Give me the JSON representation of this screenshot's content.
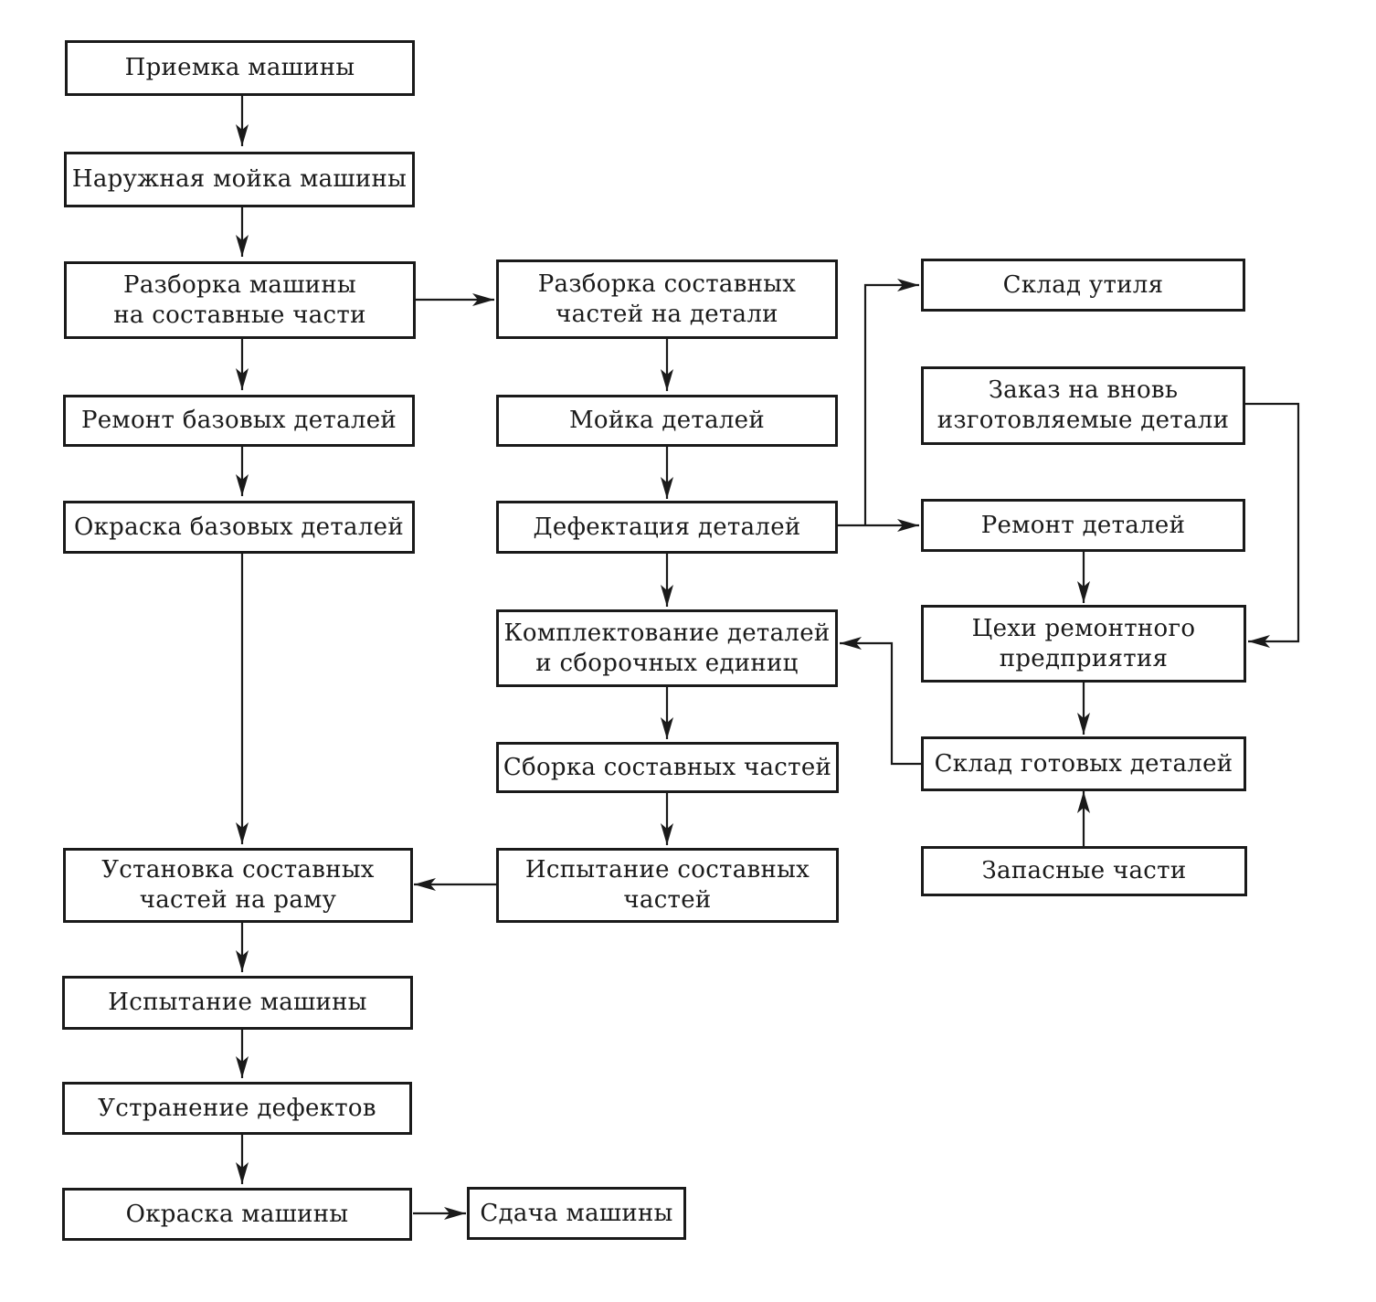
{
  "colors": {
    "line": "#1a1a1a",
    "background": "#ffffff"
  },
  "boxes": {
    "priemka": "Приемка машины",
    "moika_naruzh": "Наружная мойка машины",
    "razborka_mashiny": "Разборка машины\nна составные части",
    "remont_baz": "Ремонт базовых деталей",
    "okraska_baz": "Окраска базовых деталей",
    "ustanovka": "Установка составных\nчастей на раму",
    "ispyt_mashiny": "Испытание машины",
    "ustranenie": "Устранение дефектов",
    "okraska_mashiny": "Окраска машины",
    "sdacha": "Сдача машины",
    "razborka_sost": "Разборка составных\nчастей на детали",
    "moika_det": "Мойка деталей",
    "defektaciya": "Дефектация деталей",
    "komplekt": "Комплектование деталей\nи сборочных единиц",
    "sborka": "Сборка составных частей",
    "ispyt_sost": "Испытание составных\nчастей",
    "sklad_util": "Склад утиля",
    "zakaz": "Заказ на вновь\nизготовляемые детали",
    "remont_det": "Ремонт деталей",
    "cehi": "Цехи ремонтного\nпредприятия",
    "sklad_got": "Склад готовых деталей",
    "zapasnye": "Запасные части"
  }
}
